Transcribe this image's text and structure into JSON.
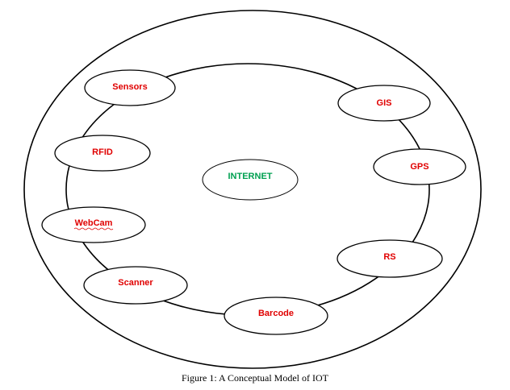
{
  "diagram": {
    "center": "INTERNET",
    "nodes": [
      "Sensors",
      "GIS",
      "RFID",
      "GPS",
      "WebCam",
      "RS",
      "Scanner",
      "Barcode"
    ]
  },
  "caption": "Figure 1: A Conceptual Model of IOT",
  "colors": {
    "node_label": "#e00000",
    "center_label": "#00a050",
    "stroke": "#000000"
  }
}
